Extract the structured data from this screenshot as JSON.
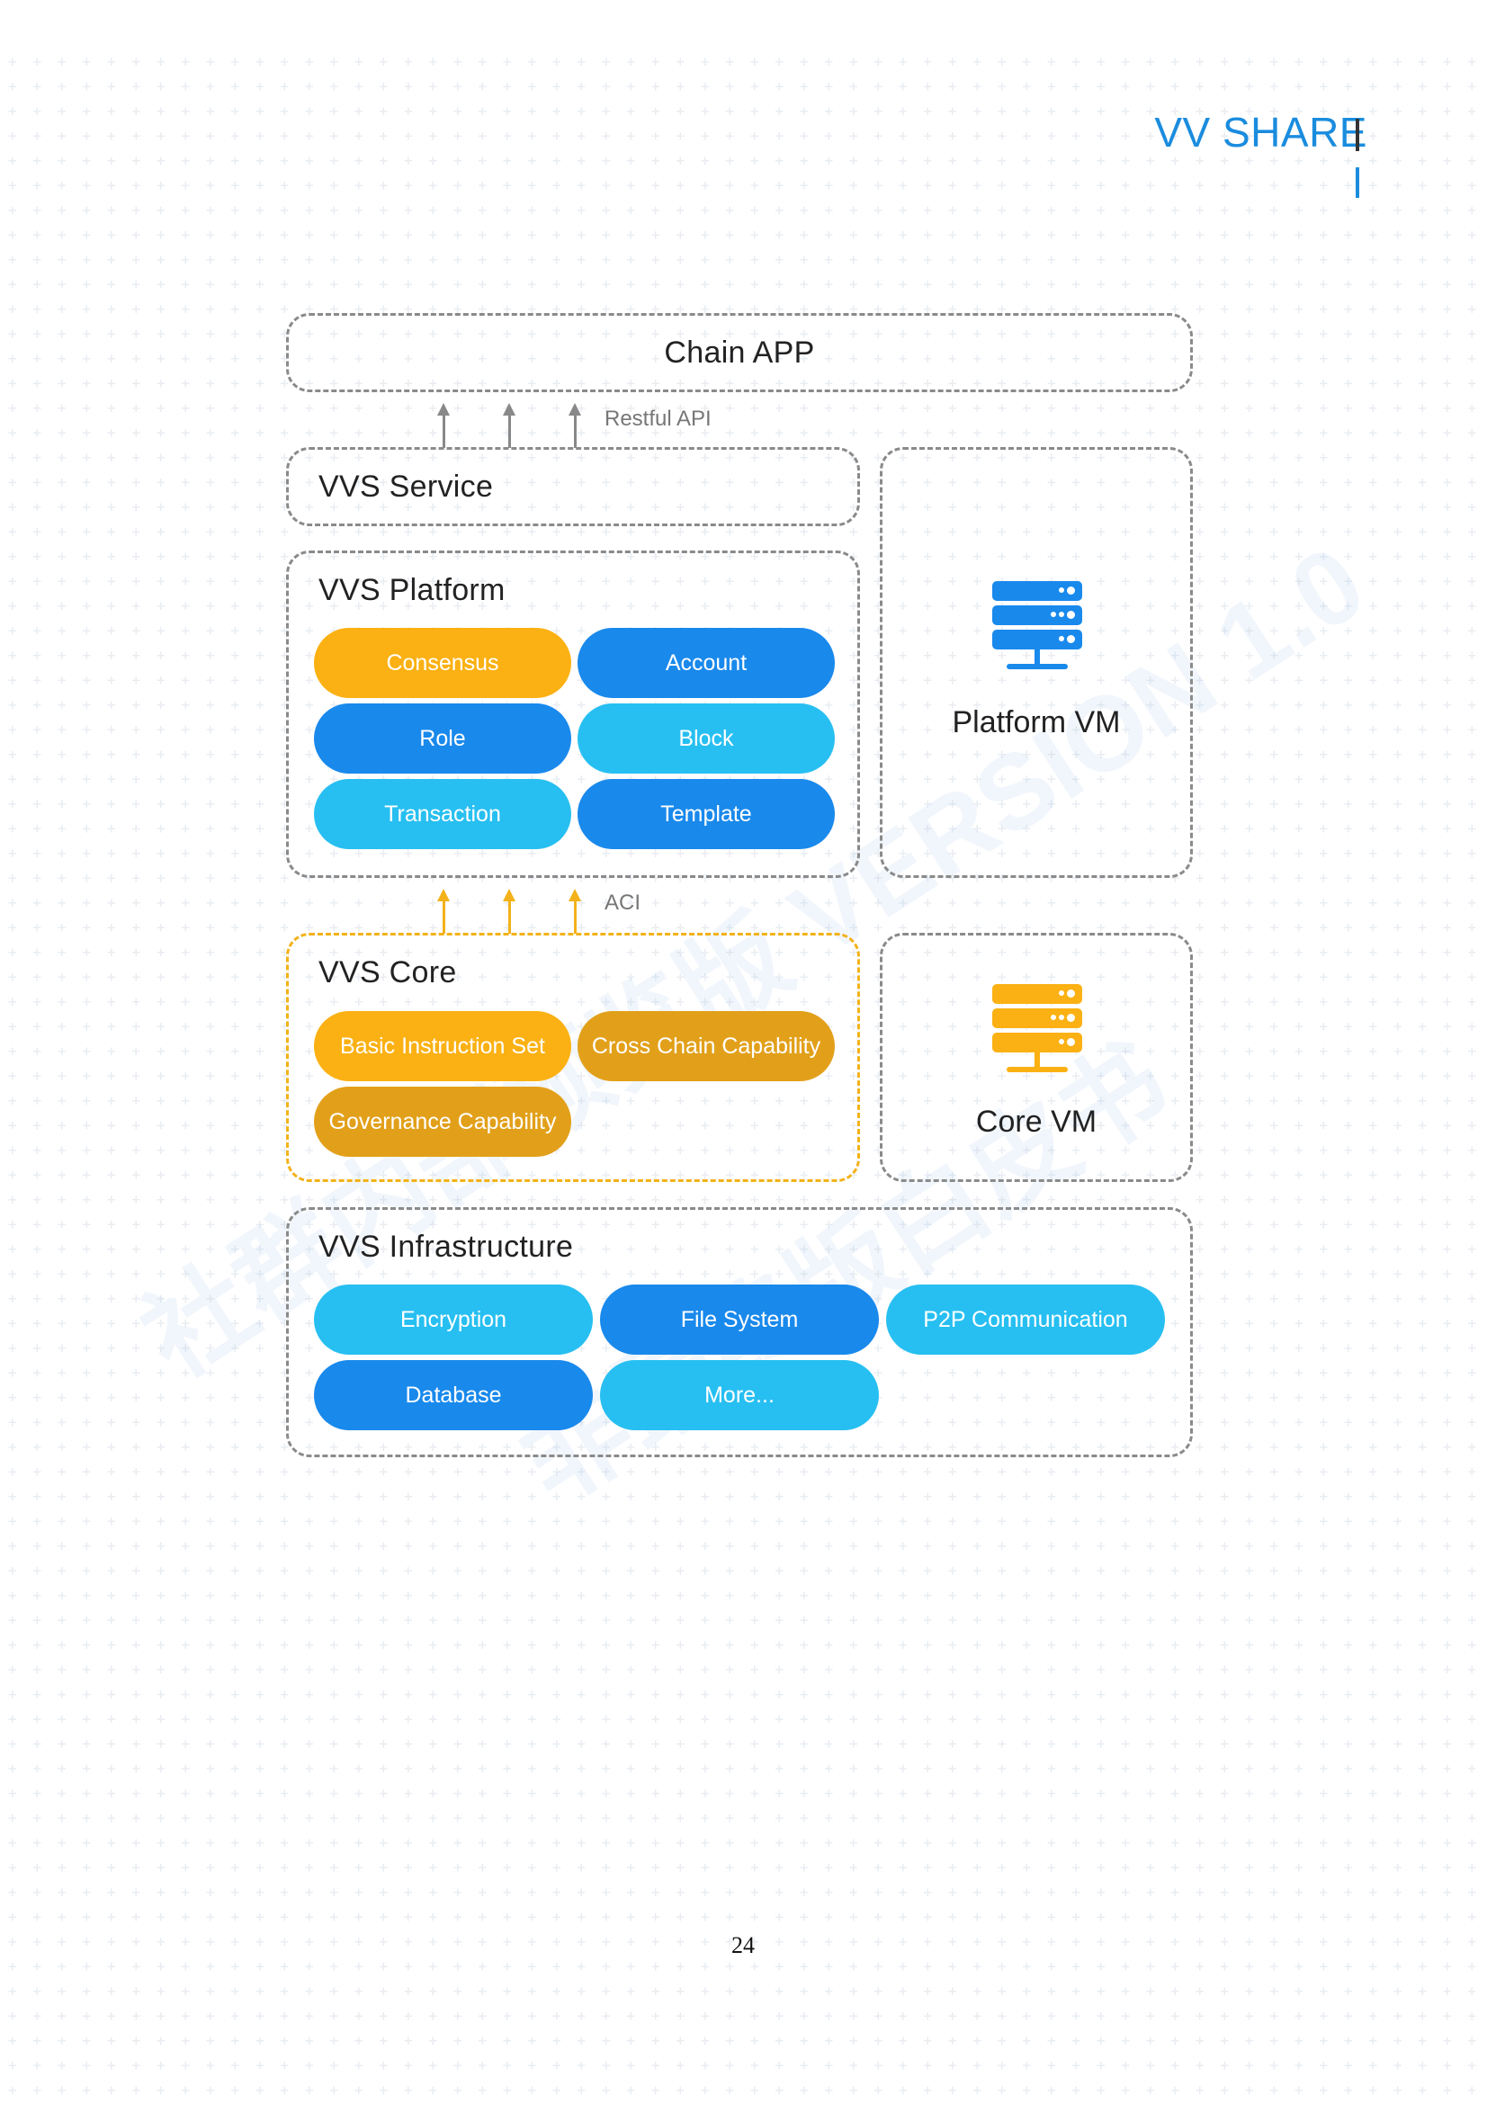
{
  "header": {
    "brand": "VV SHARE"
  },
  "diagram": {
    "chain_app": {
      "title": "Chain APP"
    },
    "restful_label": "Restful API",
    "aci_label": "ACI",
    "service": {
      "title": "VVS Service"
    },
    "platform": {
      "title": "VVS Platform",
      "items": [
        {
          "label": "Consensus",
          "color": "#fbb113"
        },
        {
          "label": "Account",
          "color": "#1989ec"
        },
        {
          "label": "Role",
          "color": "#1989ec"
        },
        {
          "label": "Block",
          "color": "#27bff1"
        },
        {
          "label": "Transaction",
          "color": "#27bff1"
        },
        {
          "label": "Template",
          "color": "#1989ec"
        }
      ]
    },
    "platform_vm": {
      "title": "Platform VM",
      "icon": "server-icon",
      "color": "#1989ec"
    },
    "core": {
      "title": "VVS Core",
      "items": [
        {
          "label": "Basic Instruction Set",
          "color": "#fbb113"
        },
        {
          "label": "Cross Chain Capability",
          "color": "#e2a01a"
        },
        {
          "label": "Governance Capability",
          "color": "#e2a01a"
        }
      ]
    },
    "core_vm": {
      "title": "Core VM",
      "icon": "server-icon",
      "color": "#fbb113"
    },
    "infrastructure": {
      "title": "VVS Infrastructure",
      "items": [
        {
          "label": "Encryption",
          "color": "#27bff1"
        },
        {
          "label": "File System",
          "color": "#1989ec"
        },
        {
          "label": "P2P Communication",
          "color": "#27bff1"
        },
        {
          "label": "Database",
          "color": "#1989ec"
        },
        {
          "label": "More...",
          "color": "#27bff1"
        }
      ]
    }
  },
  "watermark": {
    "line1": "社群内部预览版 VERSION 1.0",
    "line2": "非最终版白皮书"
  },
  "page_number": "24"
}
